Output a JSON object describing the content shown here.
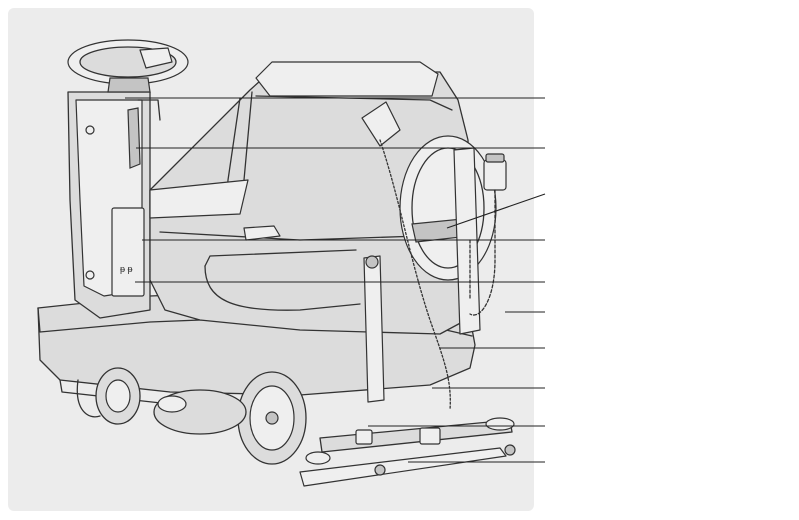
{
  "figure": {
    "background_color": "#ececec",
    "line_color": "#333333",
    "leader_color": "#222222",
    "leaders": [
      {
        "id": "leader-1"
      },
      {
        "id": "leader-2"
      },
      {
        "id": "leader-3"
      },
      {
        "id": "leader-4"
      },
      {
        "id": "leader-5"
      },
      {
        "id": "leader-6"
      },
      {
        "id": "leader-7"
      },
      {
        "id": "leader-8"
      },
      {
        "id": "leader-9"
      },
      {
        "id": "leader-10"
      }
    ]
  }
}
